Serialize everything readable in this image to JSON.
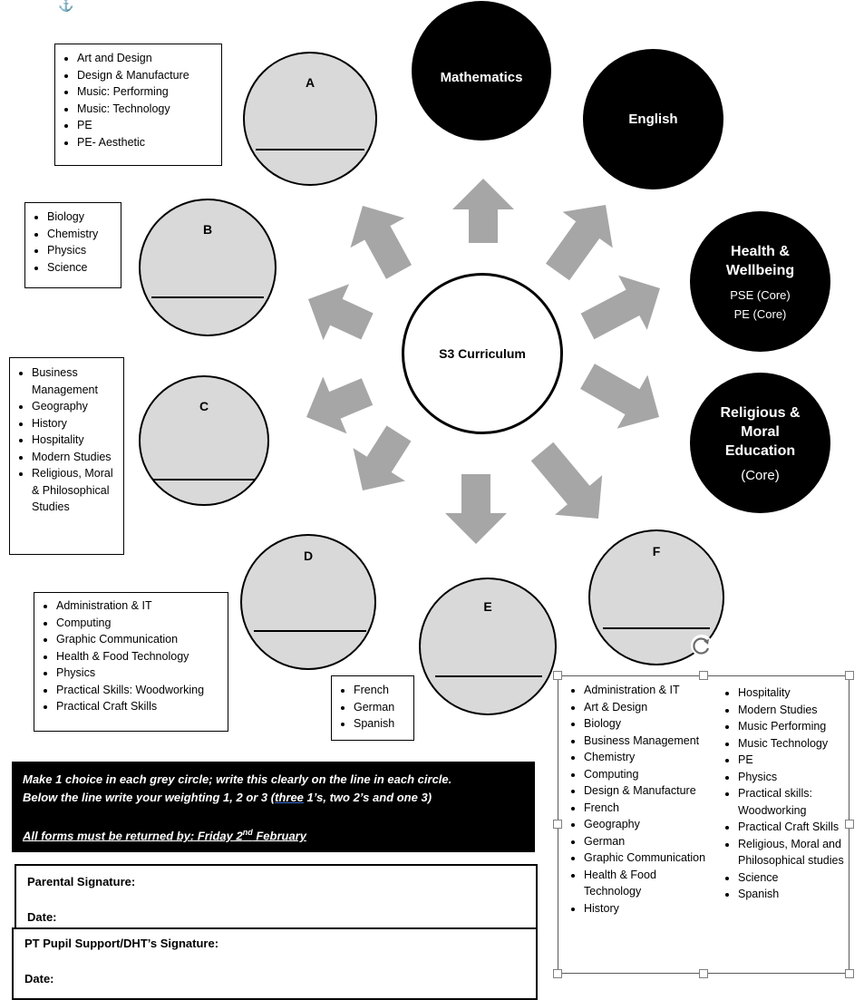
{
  "center": {
    "label": "S3 Curriculum"
  },
  "core_circles": {
    "mathematics": "Mathematics",
    "english": "English",
    "health_title": "Health & Wellbeing",
    "health_sub1": "PSE (Core)",
    "health_sub2": "PE (Core)",
    "rme_title": "Religious & Moral Education",
    "rme_sub": "(Core)"
  },
  "choice_circles": {
    "a": "A",
    "b": "B",
    "c": "C",
    "d": "D",
    "e": "E",
    "f": "F"
  },
  "list_a": [
    "Art and Design",
    "Design & Manufacture",
    "Music: Performing",
    "Music: Technology",
    "PE",
    "PE-  Aesthetic"
  ],
  "list_b": [
    "Biology",
    "Chemistry",
    "Physics",
    "Science"
  ],
  "list_c": [
    "Business Management",
    "Geography",
    "History",
    "Hospitality",
    "Modern Studies",
    "Religious, Moral & Philosophical Studies"
  ],
  "list_d": [
    "Administration & IT",
    "Computing",
    "Graphic Communication",
    "Health & Food Technology",
    "Physics",
    "Practical Skills: Woodworking",
    "Practical Craft Skills"
  ],
  "list_e": [
    "French",
    "German",
    "Spanish"
  ],
  "all_subjects_left": [
    "Administration & IT",
    "Art & Design",
    "Biology",
    "Business Management",
    "Chemistry",
    "Computing",
    "Design & Manufacture",
    "French",
    "Geography",
    "German",
    "Graphic Communication",
    "Health & Food Technology",
    "History"
  ],
  "all_subjects_right": [
    "Hospitality",
    "Modern Studies",
    "Music Performing",
    "Music Technology",
    "PE",
    "Physics",
    "Practical skills: Woodworking",
    "Practical Craft Skills",
    "Religious, Moral and Philosophical studies",
    "Science",
    "Spanish"
  ],
  "instructions": {
    "line1": "Make 1 choice in each grey circle; write this clearly on the line in each circle.",
    "line2_pre": "Below the line write your weighting 1, 2 or 3 (",
    "line2_u": "three",
    "line2_post": " 1’s,  two 2’s and one 3)",
    "deadline_pre": "All forms must be returned by:  Friday 2",
    "deadline_sup": "nd",
    "deadline_post": "  February"
  },
  "signatures": {
    "parental": "Parental Signature:",
    "date1": "Date:",
    "pt": "PT Pupil Support/DHT’s Signature:",
    "date2": "Date:"
  },
  "colors": {
    "arrow": "#a6a6a6",
    "grey_circle": "#d9d9d9",
    "core_circle": "#000000"
  },
  "icons": {
    "anchor": "anchor-icon",
    "rotate": "rotate-handle-icon"
  }
}
